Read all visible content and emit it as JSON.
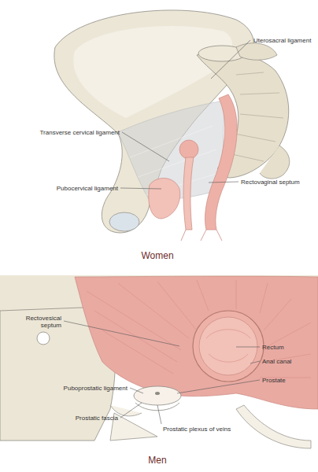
{
  "diagram": {
    "labels": [
      "Uterosacral ligament",
      "Transverse cervical ligament",
      "Pubocervical ligament",
      "Rectovaginal septum",
      "Women",
      "Rectovesical septum",
      "Rectum",
      "Anal canal",
      "Prostate",
      "Puboprostatic ligament",
      "Prostatic fascia",
      "Prostatic plexus of veins",
      "Men"
    ]
  }
}
